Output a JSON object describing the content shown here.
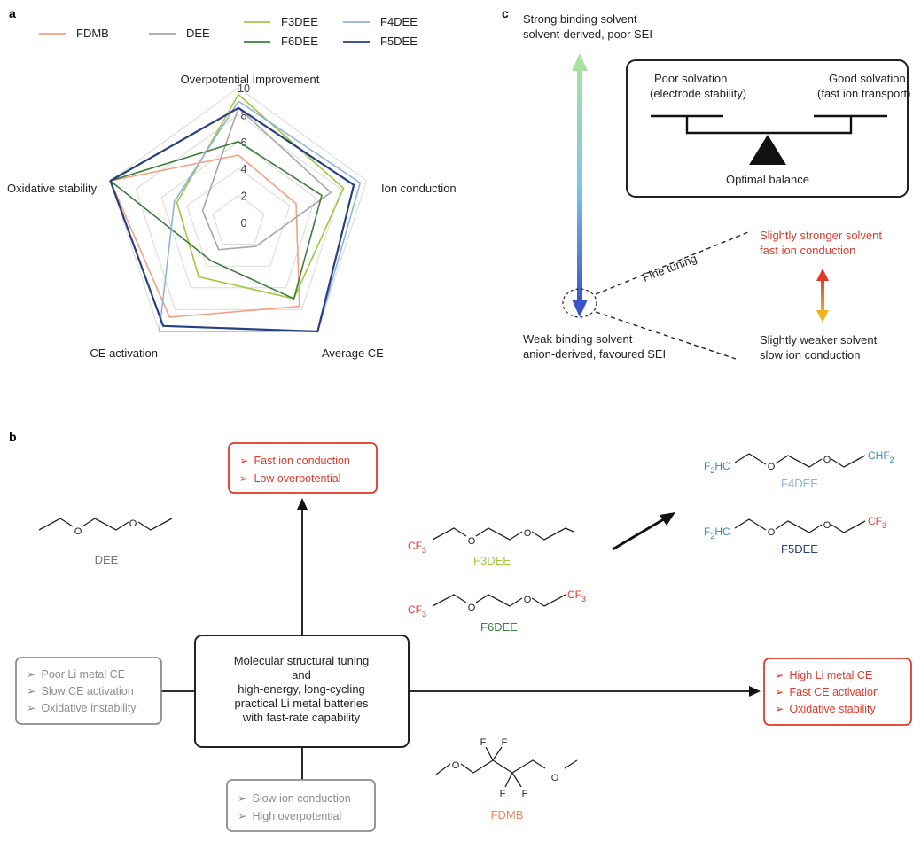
{
  "panels": {
    "a": "a",
    "b": "b",
    "c": "c"
  },
  "chart_data": {
    "type": "radar",
    "axes": [
      "Overpotential Improvement",
      "Ion conduction",
      "Average CE",
      "CE activation",
      "Oxidative stability"
    ],
    "range": [
      0,
      10
    ],
    "ticks": [
      "0",
      "2",
      "4",
      "6",
      "8",
      "10"
    ],
    "series": [
      {
        "name": "FDMB",
        "color": "#f4a185",
        "values": [
          5,
          4.5,
          7.7,
          8.7,
          10
        ]
      },
      {
        "name": "DEE",
        "color": "#a7a7a7",
        "values": [
          8.5,
          7.2,
          2.2,
          2.5,
          2.8
        ]
      },
      {
        "name": "F3DEE",
        "color": "#9ec93a",
        "values": [
          9.5,
          8.2,
          7.0,
          5.0,
          4.8
        ]
      },
      {
        "name": "F6DEE",
        "color": "#3e7d3d",
        "values": [
          6.0,
          6.5,
          7.0,
          3.5,
          10
        ]
      },
      {
        "name": "F4DEE",
        "color": "#8fb3de",
        "values": [
          9.0,
          9.5,
          10,
          10,
          5.0
        ]
      },
      {
        "name": "F5DEE",
        "color": "#27407e",
        "values": [
          8.5,
          9.0,
          10,
          9.5,
          10
        ]
      }
    ],
    "legend_rows": [
      [
        "FDMB",
        "DEE",
        "F3DEE",
        "F4DEE"
      ],
      [
        "F6DEE",
        "F5DEE"
      ]
    ]
  },
  "panel_b": {
    "center": [
      "Molecular structural tuning",
      "and",
      "high-energy, long-cycling",
      "practical Li metal batteries",
      "with fast-rate capability"
    ],
    "top_box": [
      "Fast ion conduction",
      "Low overpotential"
    ],
    "left_box": [
      "Poor Li metal CE",
      "Slow CE activation",
      "Oxidative instability"
    ],
    "bottom_box": [
      "Slow ion conduction",
      "High overpotential"
    ],
    "right_box": [
      "High Li metal CE",
      "Fast CE activation",
      "Oxidative stability"
    ],
    "bullet": "➢",
    "molecules": {
      "dee": "DEE",
      "f3dee": "F3DEE",
      "f6dee": "F6DEE",
      "f4dee": "F4DEE",
      "f5dee": "F5DEE",
      "fdmb": "FDMB"
    },
    "atoms": {
      "o": "O",
      "f": "F",
      "cf3": "CF",
      "sub3": "3",
      "f2hc_f": "F",
      "f2hc_2": "2",
      "f2hc_hc": "HC",
      "chf": "CHF",
      "sub2": "2"
    }
  },
  "panel_c": {
    "strong": [
      "Strong binding solvent",
      "solvent-derived, poor SEI"
    ],
    "weak": [
      "Weak binding solvent",
      "anion-derived, favoured SEI"
    ],
    "poor_solv": [
      "Poor solvation",
      "(electrode stability)"
    ],
    "good_solv": [
      "Good solvation",
      "(fast ion transport)"
    ],
    "optimal": "Optimal balance",
    "fine": "Fine tuning",
    "stronger": [
      "Slightly stronger solvent",
      "fast ion conduction"
    ],
    "weaker": [
      "Slightly weaker solvent",
      "slow ion conduction"
    ]
  },
  "colors": {
    "red": "#e2382a",
    "gray_box": "#8c8c8c",
    "strong_arrow_top": "#a8e0a0",
    "strong_arrow_bottom": "#3a56c8",
    "orange": "#f0a020"
  }
}
